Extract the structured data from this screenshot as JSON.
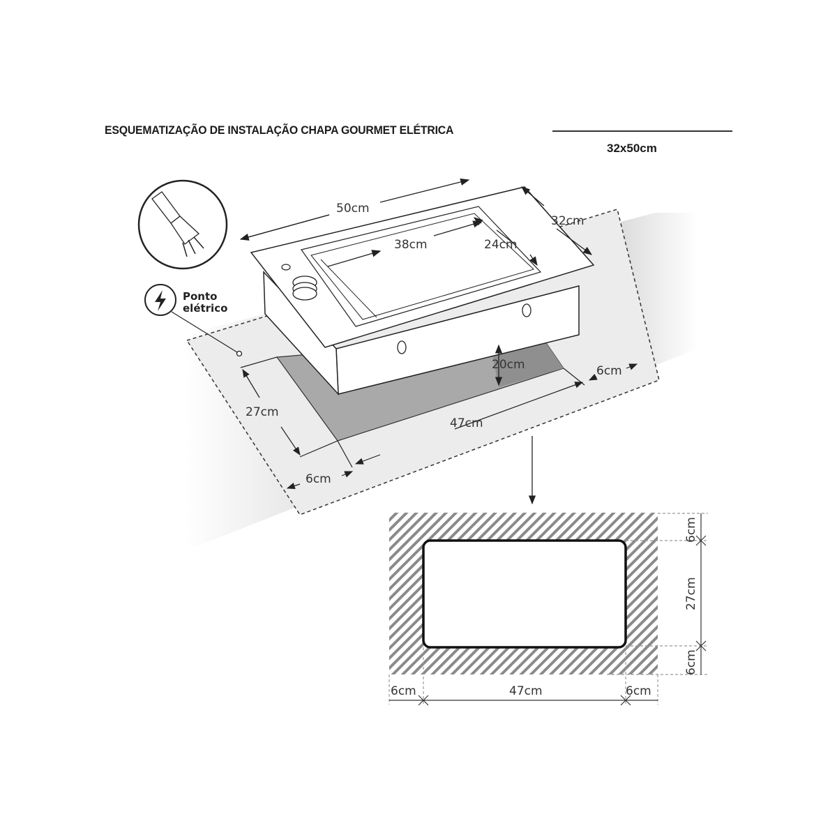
{
  "header": {
    "title": "ESQUEMATIZAÇÃO DE INSTALAÇÃO CHAPA GOURMET ELÉTRICA",
    "size": "32x50cm"
  },
  "legend": {
    "plug_icon": "plug-icon",
    "electric_icon": "lightning-icon",
    "electric_label_line1": "Ponto",
    "electric_label_line2": "elétrico"
  },
  "appliance_dims": {
    "width": "50cm",
    "depth": "32cm",
    "plate_width": "38cm",
    "plate_depth": "24cm",
    "height": "20cm"
  },
  "cutout_iso": {
    "depth": "27cm",
    "width": "47cm",
    "margin_left": "6cm",
    "margin_right": "6cm"
  },
  "cutout_plan": {
    "margin_top": "6cm",
    "depth": "27cm",
    "margin_bottom": "6cm",
    "margin_left": "6cm",
    "width": "47cm",
    "margin_right": "6cm"
  },
  "colors": {
    "line": "#222222",
    "counter": "#e6e6e6",
    "cutout": "#a8a8a8",
    "hatch": "#8a8a8a"
  }
}
